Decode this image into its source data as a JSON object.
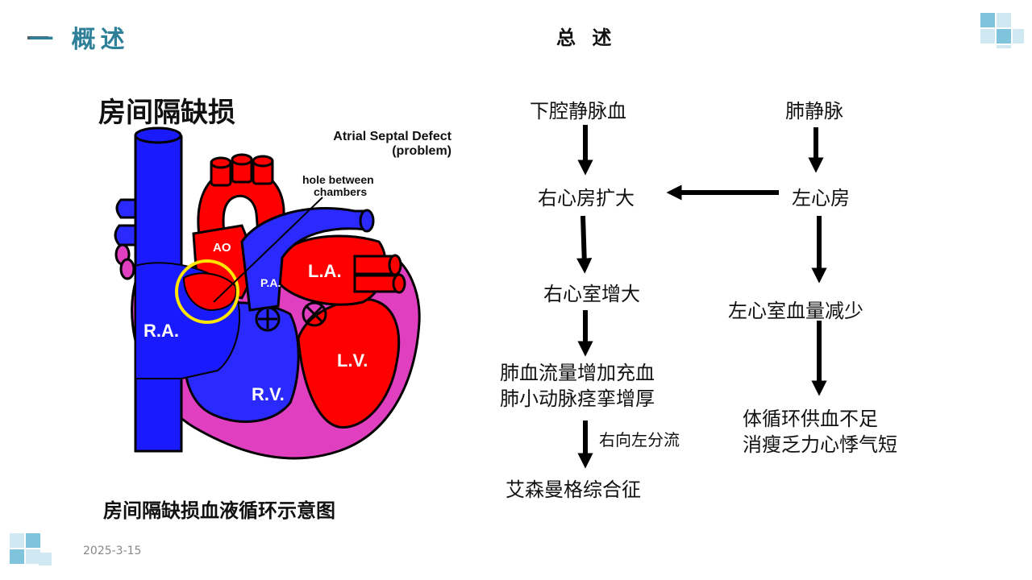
{
  "header": {
    "section_title": "一 概述",
    "center_title": "总 述"
  },
  "heart_figure": {
    "title": "房间隔缺损",
    "eng_title_line1": "Atrial Septal Defect",
    "eng_title_line2": "(problem)",
    "hole_label_line1": "hole between",
    "hole_label_line2": "chambers",
    "labels": {
      "ao": "AO",
      "pa": "P.A.",
      "la": "L.A.",
      "ra": "R.A.",
      "lv": "L.V.",
      "rv": "R.V."
    },
    "caption": "房间隔缺损血液循环示意图"
  },
  "flowchart": {
    "nodes": {
      "ivc_blood": "下腔静脉血",
      "pulm_vein": "肺静脉",
      "ra_enlarged": "右心房扩大",
      "left_atrium": "左心房",
      "rv_enlarged": "右心室增大",
      "lv_reduced": "左心室血量减少",
      "pulm_line1": "肺血流量增加充血",
      "pulm_line2": "肺小动脉痉挛增厚",
      "systemic_line1": "体循环供血不足",
      "systemic_line2": "消瘦乏力心悸气短",
      "eisenmenger": "艾森曼格综合征"
    },
    "edge_label_shunt": "右向左分流"
  },
  "footer": {
    "date": "2025-3-15"
  },
  "colors": {
    "accent": "#2e7f98",
    "tile_light": "#cfe8f2",
    "tile_dark": "#7fc3dd",
    "blood_red": "#ff0000",
    "blood_blue": "#1a1aff",
    "wall_pink": "#e040c0"
  }
}
